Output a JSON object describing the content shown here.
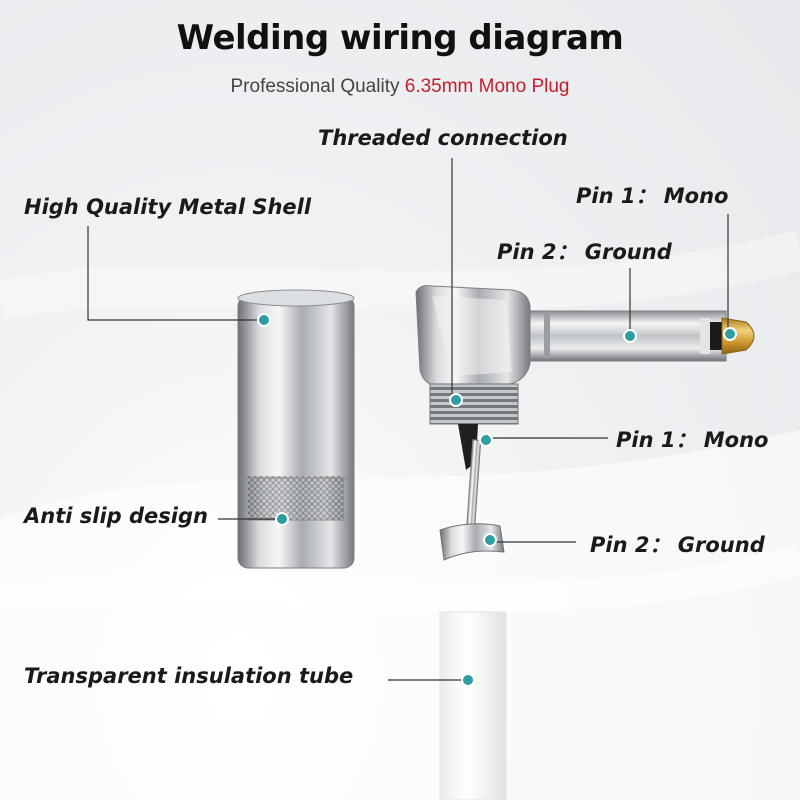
{
  "header": {
    "title": "Welding wiring diagram",
    "subtitle_prefix": "Professional Quality ",
    "subtitle_accent": "6.35mm Mono Plug"
  },
  "labels": {
    "threaded_connection": "Threaded connection",
    "metal_shell": "High Quality Metal Shell",
    "pin1_top": "Pin 1： Mono",
    "pin2_top": "Pin 2： Ground",
    "pin1_mid": "Pin 1： Mono",
    "pin2_bottom": "Pin 2： Ground",
    "anti_slip": "Anti slip design",
    "insulation_tube": "Transparent insulation tube"
  },
  "colors": {
    "accent": "#c41e2a",
    "marker": "#2e9e9e",
    "leader_line": "#333333",
    "gold_tip": "#d8a63a"
  }
}
